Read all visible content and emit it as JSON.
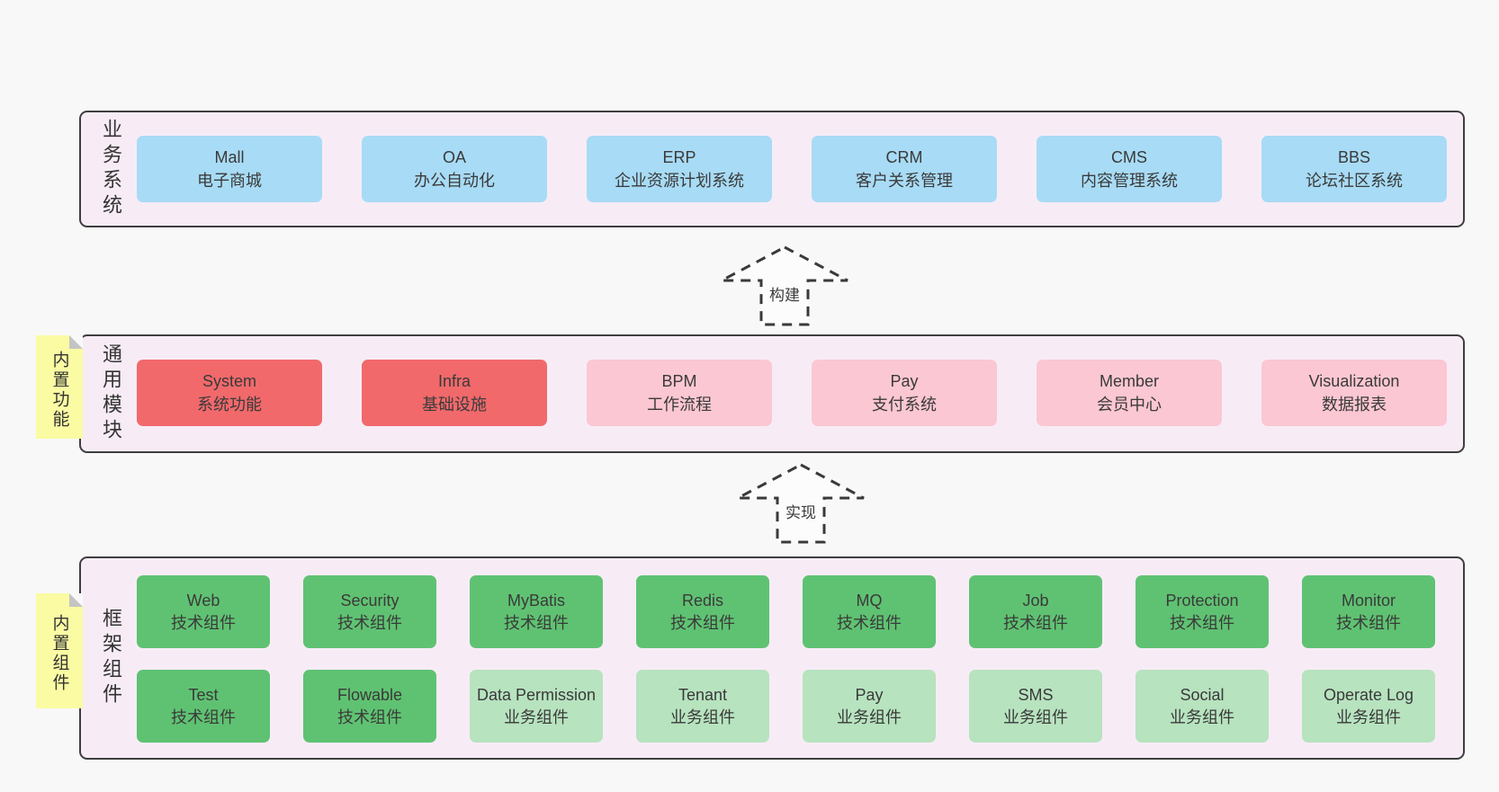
{
  "colors": {
    "page_bg": "#f8f8f8",
    "band_bg": "#f7ecf6",
    "band_border": "#3e3e3e",
    "blue_box": "#a8dbf5",
    "red_box": "#f1696b",
    "pink_box": "#fbc7d2",
    "green_box": "#5fc272",
    "light_green_box": "#b7e3bf",
    "sticky_yellow": "#fafba3",
    "sticky_fold": "#c4c4c4",
    "arrow_stroke": "#3a3a3a",
    "text": "#363636"
  },
  "arrows": [
    {
      "label": "构建"
    },
    {
      "label": "实现"
    }
  ],
  "bands": [
    {
      "label": "业务系统",
      "boxes": [
        {
          "name": "Mall",
          "desc": "电子商城"
        },
        {
          "name": "OA",
          "desc": "办公自动化"
        },
        {
          "name": "ERP",
          "desc": "企业资源计划系统"
        },
        {
          "name": "CRM",
          "desc": "客户关系管理"
        },
        {
          "name": "CMS",
          "desc": "内容管理系统"
        },
        {
          "name": "BBS",
          "desc": "论坛社区系统"
        }
      ]
    },
    {
      "label": "通用模块",
      "sticky": "内置功能",
      "boxes": [
        {
          "name": "System",
          "desc": "系统功能"
        },
        {
          "name": "Infra",
          "desc": "基础设施"
        },
        {
          "name": "BPM",
          "desc": "工作流程"
        },
        {
          "name": "Pay",
          "desc": "支付系统"
        },
        {
          "name": "Member",
          "desc": "会员中心"
        },
        {
          "name": "Visualization",
          "desc": "数据报表"
        }
      ]
    },
    {
      "label": "框架组件",
      "sticky": "内置组件",
      "rows": [
        [
          {
            "name": "Web",
            "desc": "技术组件"
          },
          {
            "name": "Security",
            "desc": "技术组件"
          },
          {
            "name": "MyBatis",
            "desc": "技术组件"
          },
          {
            "name": "Redis",
            "desc": "技术组件"
          },
          {
            "name": "MQ",
            "desc": "技术组件"
          },
          {
            "name": "Job",
            "desc": "技术组件"
          },
          {
            "name": "Protection",
            "desc": "技术组件"
          },
          {
            "name": "Monitor",
            "desc": "技术组件"
          }
        ],
        [
          {
            "name": "Test",
            "desc": "技术组件"
          },
          {
            "name": "Flowable",
            "desc": "技术组件"
          },
          {
            "name": "Data Permission",
            "desc": "业务组件"
          },
          {
            "name": "Tenant",
            "desc": "业务组件"
          },
          {
            "name": "Pay",
            "desc": "业务组件"
          },
          {
            "name": "SMS",
            "desc": "业务组件"
          },
          {
            "name": "Social",
            "desc": "业务组件"
          },
          {
            "name": "Operate Log",
            "desc": "业务组件"
          }
        ]
      ]
    }
  ]
}
